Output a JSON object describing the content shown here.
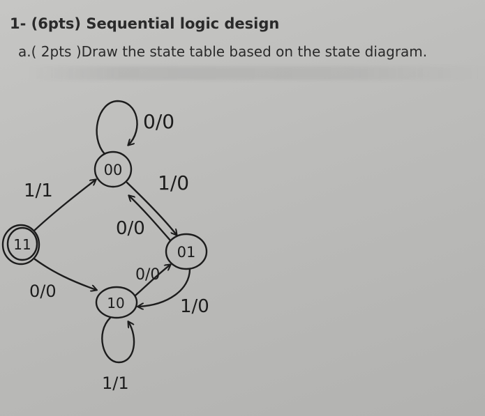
{
  "question": {
    "title": "1- (6pts) Sequential logic design",
    "prompt": "a.( 2pts )Draw the state table based on the state diagram."
  },
  "diagram": {
    "states": [
      "00",
      "01",
      "10",
      "11"
    ],
    "transition_labels": {
      "self_00": "0/0",
      "s00_to_01": "1/0",
      "s01_to_00": "0/0",
      "s11_to_00": "1/1",
      "s11_to_10": "0/0",
      "s10_to_01": "0/0",
      "s01_to_10": "1/0",
      "self_10": "1/1"
    },
    "ink_color": "#1c1c1c"
  }
}
